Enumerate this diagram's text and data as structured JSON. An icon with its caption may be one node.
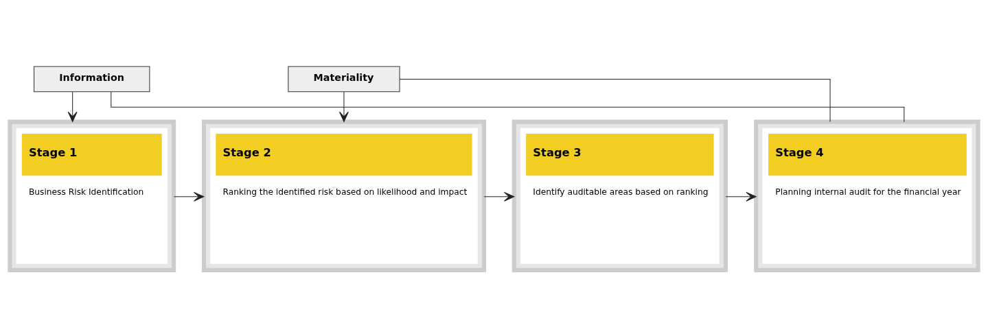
{
  "diagram": {
    "nodes": [
      {
        "text": [
          "Stage 1",
          "Business Risk Identification"
        ]
      },
      {
        "text": [
          "Stage 2",
          "Ranking the identified risk based on likelihood and impact"
        ]
      },
      {
        "text": [
          "Stage 3",
          "Identify auditable areas based on ranking"
        ]
      },
      {
        "text": [
          "Stage 4",
          "Planning internal audit for the financial year"
        ]
      },
      {
        "text": [
          "Information"
        ]
      },
      {
        "text": [
          "Materiality"
        ]
      }
    ],
    "edges": [
      {
        "from": 0,
        "to": 1,
        "arrow": "to"
      },
      {
        "from": 1,
        "to": 2,
        "arrow": "to"
      },
      {
        "from": 2,
        "to": 3,
        "arrow": "to"
      },
      {
        "from": 3,
        "to": 4,
        "arrow": "none"
      },
      {
        "from": 4,
        "to": 0,
        "arrow": "to"
      },
      {
        "from": 3,
        "to": 5,
        "arrow": "none"
      },
      {
        "from": 5,
        "to": 1,
        "arrow": "to"
      }
    ]
  }
}
